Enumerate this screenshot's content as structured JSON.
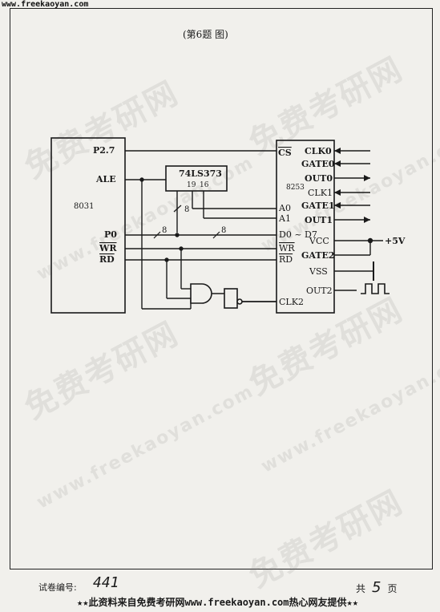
{
  "header": {
    "site_url": "www.freekaoyan.com"
  },
  "figure": {
    "caption": "(第6题    图)"
  },
  "watermark": {
    "chinese": "免费考研网",
    "url": "www.freekaoyan.com"
  },
  "chips": {
    "cpu": {
      "name": "8031",
      "pins": {
        "p27": "P2.7",
        "ale": "ALE",
        "p0": "P0",
        "wr": "WR",
        "rd": "RD"
      }
    },
    "latch": {
      "name": "74LS373",
      "pins": {
        "p19": "19",
        "p16": "16"
      }
    },
    "timer": {
      "name": "8253",
      "left_pins": {
        "cs": "CS",
        "a0": "A0",
        "a1": "A1",
        "data": "D0 ~ D7",
        "wr": "WR",
        "rd": "RD",
        "clk2": "CLK2"
      },
      "right_pins": {
        "clk0": "CLK0",
        "gate0": "GATE0",
        "out0": "OUT0",
        "clk1": "CLK1",
        "gate1": "GATE1",
        "out1": "OUT1",
        "vcc": "VCC",
        "gate2": "GATE2",
        "vss": "VSS",
        "out2": "OUT2"
      }
    }
  },
  "bus_labels": {
    "addr_bus": "8",
    "p0_bus": "8",
    "data_bus": "8"
  },
  "supply": {
    "vcc_label": "+5V"
  },
  "footer": {
    "paper_no_label": "试卷编号:",
    "paper_no": "441",
    "pages_prefix": "共",
    "pages_total": "5",
    "pages_suffix": "页",
    "banner": "★★此资料来自免费考研网www.freekaoyan.com热心网友提供★★"
  }
}
